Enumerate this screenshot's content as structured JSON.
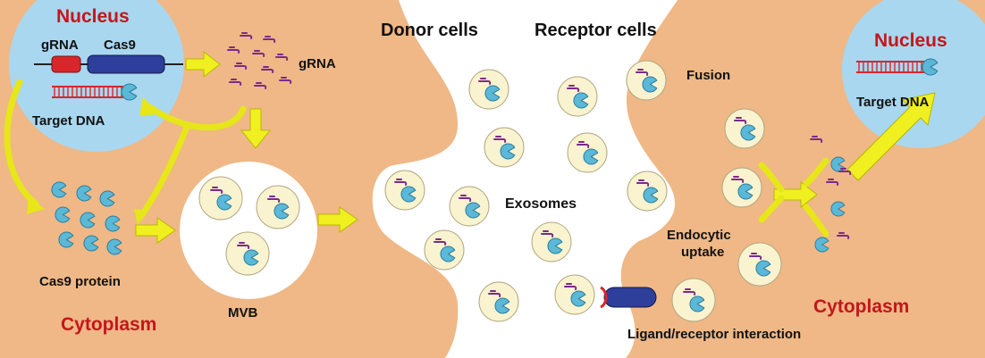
{
  "colors": {
    "cytoplasm": "#efb886",
    "nucleus": "#a9d7ef",
    "vesicle": "#faf3d0",
    "cas9_protein": "#5bb8d6",
    "grna": "#7a2a8a",
    "arrow": "#f0f020",
    "gene_grna": "#d9262b",
    "gene_cas9": "#2d3f9a",
    "label_red": "#c4161c",
    "label_dark": "#111111"
  },
  "icons": [
    "cas9-protein-icon",
    "grna-icon",
    "exosome-icon",
    "dna-helix-icon",
    "receptor-icon",
    "arrow-icon"
  ],
  "labels": {
    "nucleus_left": "Nucleus",
    "grna_gene": "gRNA",
    "cas9_gene": "Cas9",
    "grna": "gRNA",
    "target_dna_left": "Target DNA",
    "cas9_protein": "Cas9 protein",
    "cytoplasm_left": "Cytoplasm",
    "mvb": "MVB",
    "donor_cells": "Donor cells",
    "receptor_cells": "Receptor cells",
    "exosomes": "Exosomes",
    "fusion": "Fusion",
    "nucleus_right": "Nucleus",
    "target_dna_right": "Target DNA",
    "endocytic_line1": "Endocytic",
    "endocytic_line2": "uptake",
    "cytoplasm_right": "Cytoplasm",
    "ligand_receptor": "Ligand/receptor interaction"
  }
}
